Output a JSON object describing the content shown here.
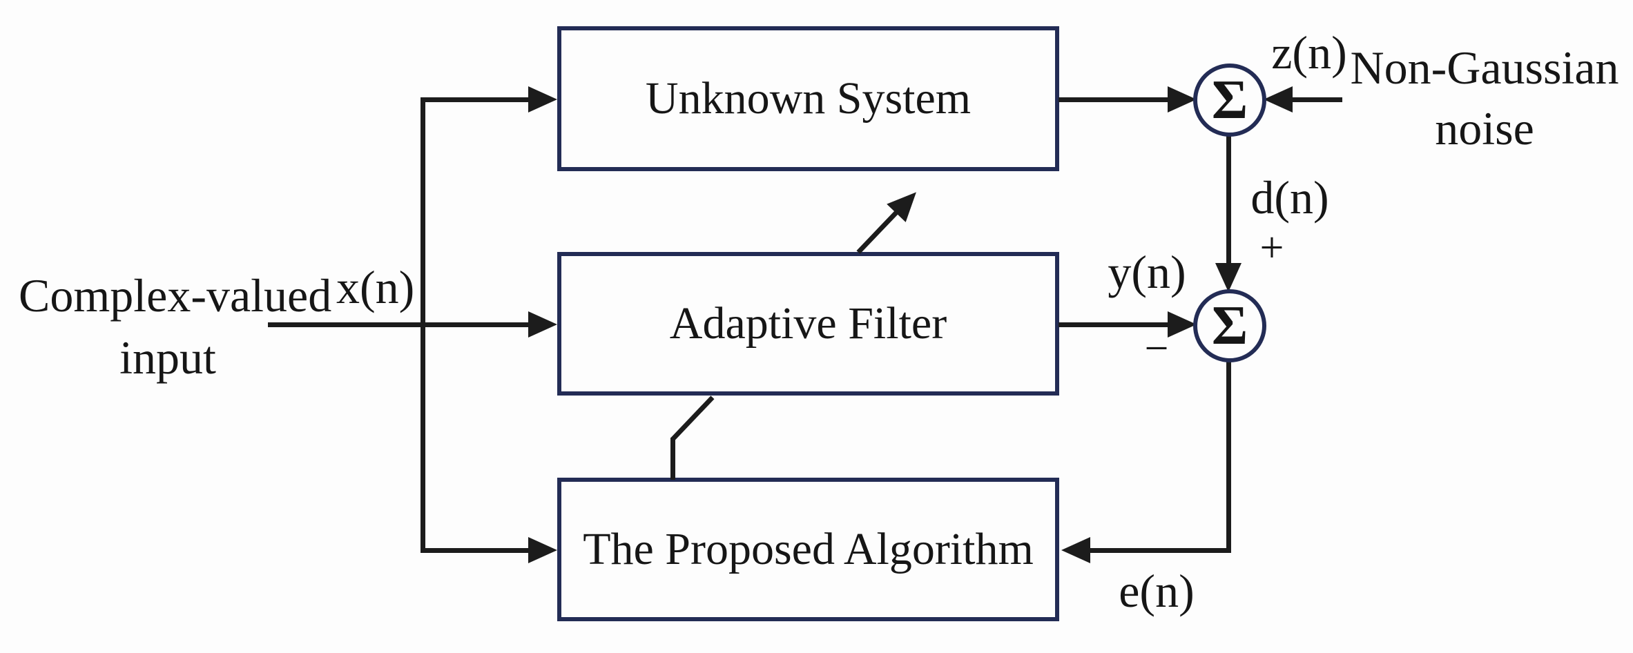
{
  "figure": {
    "type": "block-diagram",
    "description": "Adaptive filter system-identification block diagram with non-Gaussian noise"
  },
  "nodes": {
    "unknown_system": "Unknown System",
    "adaptive_filter": "Adaptive Filter",
    "proposed_algorithm": "The Proposed Algorithm"
  },
  "junctions": {
    "sum_symbol": "Σ"
  },
  "signals": {
    "input_line1": "Complex-valued",
    "input_line2": "input",
    "x": "x(n)",
    "z": "z(n)",
    "noise_line1": "Non-Gaussian",
    "noise_line2": "noise",
    "d": "d(n)",
    "y": "y(n)",
    "e": "e(n)",
    "plus": "+",
    "minus": "−"
  },
  "colors": {
    "box_border": "#232c55",
    "connector": "#1c1c1c",
    "text": "#161616",
    "background": "#fdfdfd"
  }
}
